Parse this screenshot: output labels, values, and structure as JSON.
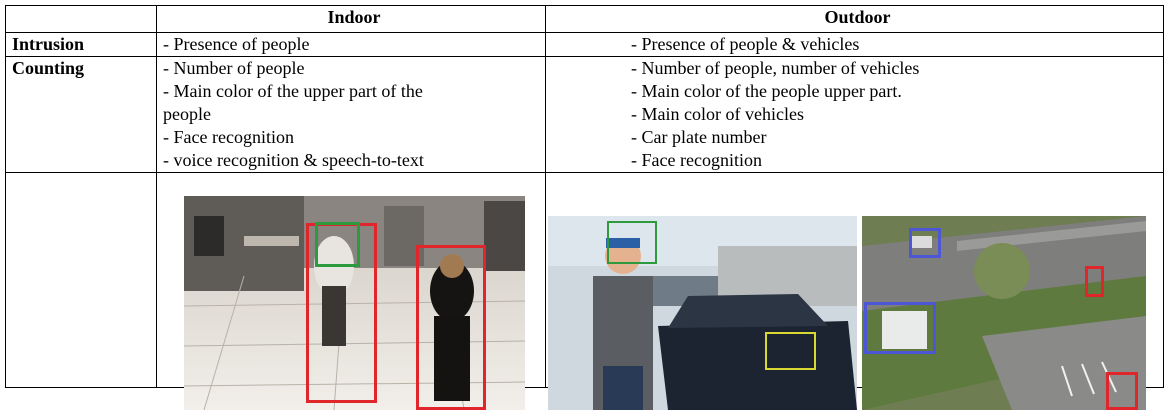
{
  "table": {
    "headers": [
      "Indoor",
      "Outdoor"
    ],
    "rows": [
      {
        "label": "Intrusion",
        "indoor": [
          "- Presence of people"
        ],
        "outdoor": [
          "- Presence of people & vehicles"
        ]
      },
      {
        "label": "Counting",
        "indoor": [
          "- Number of people",
          "- Main color of the upper part of the",
          "people",
          "- Face recognition",
          "- voice recognition & speech-to-text"
        ],
        "outdoor": [
          "- Number of people, number of vehicles",
          "- Main color of the people upper part.",
          "- Main color of vehicles",
          "- Car plate number",
          "- Face recognition"
        ]
      }
    ]
  },
  "images": {
    "indoor": {
      "description": "",
      "box_colors": [
        "#e0252b",
        "#2e9a3e",
        "#e0252b"
      ]
    },
    "outdoor_left": {
      "box_colors": [
        "#2e9a3e",
        "#d8d830"
      ]
    },
    "outdoor_right": {
      "box_colors": [
        "#4d57d6",
        "#4d57d6",
        "#e0252b",
        "#e0252b"
      ]
    }
  }
}
